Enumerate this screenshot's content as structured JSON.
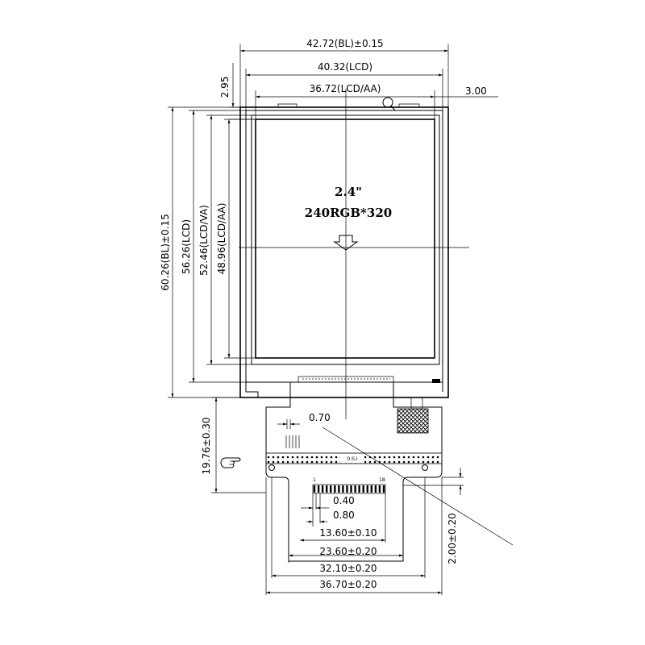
{
  "center": {
    "size": "2.4\"",
    "resolution": "240RGB*320"
  },
  "top_dims": {
    "bl_width": "42.72(BL)±0.15",
    "lcd_width": "40.32(LCD)",
    "aa_width": "36.72(LCD/AA)",
    "right_offset": "3.00",
    "top_offset": "2.95"
  },
  "left_dims": {
    "bl_height": "60.26(BL)±0.15",
    "lcd_height": "56.26(LCD)",
    "va_height": "52.46(LCD/VA)",
    "aa_height": "48.96(LCD/AA)",
    "fpc_length": "19.76±0.30"
  },
  "fpc_dims": {
    "pitch_small": "0.70",
    "pitch": "0.40",
    "pad_width": "0.80",
    "pin_span": "13.60±0.10",
    "stiffener": "23.60±0.20",
    "fpc_inner": "32.10±0.20",
    "fpc_width": "36.70±0.20",
    "tail": "2.00±0.20"
  },
  "pins": {
    "first": "1",
    "last": "18"
  },
  "marks": {
    "strip_text": "0.S.I"
  }
}
